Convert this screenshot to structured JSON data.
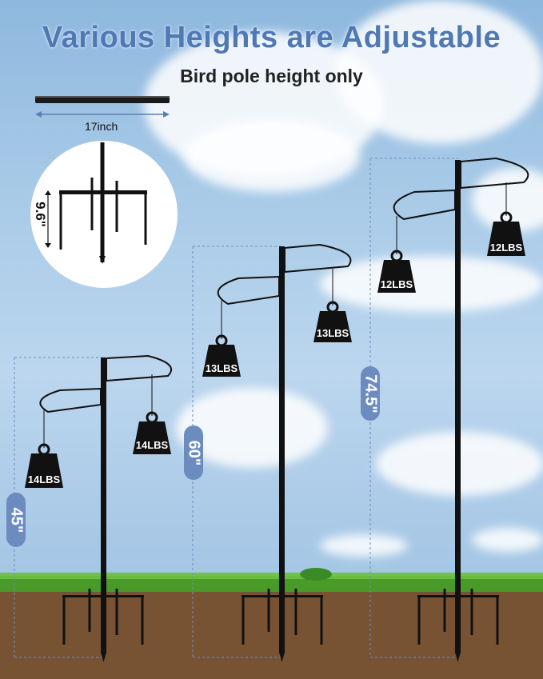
{
  "title": "Various Heights are Adjustable",
  "subtitle": "Bird pole height only",
  "rod_length": "17inch",
  "stake_depth": "9.6\"",
  "poles": [
    {
      "height": "45\"",
      "weights": [
        "14LBS",
        "14LBS"
      ]
    },
    {
      "height": "60\"",
      "weights": [
        "13LBS",
        "13LBS"
      ]
    },
    {
      "height": "74.5\"",
      "weights": [
        "12LBS",
        "12LBS"
      ]
    }
  ],
  "colors": {
    "title": "#4f79b5",
    "pill": "#6c8cbf",
    "pole": "#111111",
    "grass": "#4a9a2a",
    "soil": "#6a4a30"
  }
}
